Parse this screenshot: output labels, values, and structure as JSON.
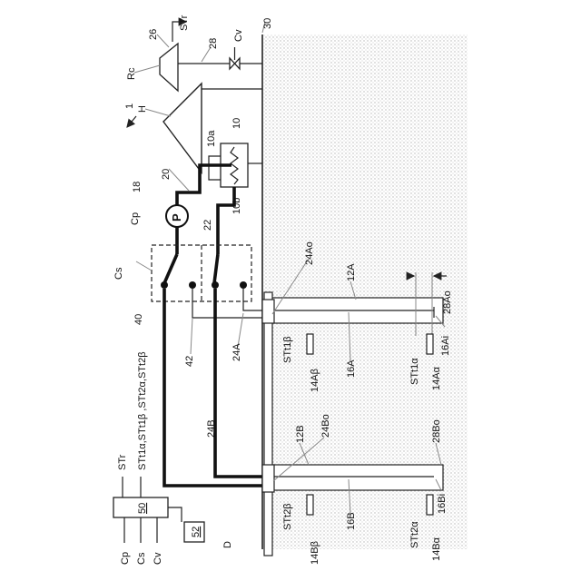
{
  "labels": {
    "fig_ref": "1",
    "heater_element": "10",
    "heater_in": "10a",
    "heater_out": "10b",
    "cooling_tower": "H",
    "radiator": "Rc",
    "radiator_ref": "26",
    "str_top": "STr",
    "pipe_28": "28",
    "valve": "Cv",
    "ref_30": "30",
    "pump_ref": "18",
    "pump_name": "Cp",
    "pump_symbol": "P",
    "pipe_20": "20",
    "pipe_22": "22",
    "switch_name": "Cs",
    "switch_ref": "40",
    "ref_42": "42",
    "pipe_24A": "24A",
    "pipe_24Ao": "24Ao",
    "pipe_24B": "24B",
    "pipe_24Bo": "24Bo",
    "well_12A": "12A",
    "well_12B": "12B",
    "inner_16A": "16A",
    "inner_16B": "16B",
    "inner_16Ai": "16Ai",
    "inner_16Bi": "16Bi",
    "outer_28Ao": "28Ao",
    "outer_28Bo": "28Bo",
    "sensor_14Ab": "14Aβ",
    "sensor_14Aa": "14Aα",
    "sensor_14Bb": "14Bβ",
    "sensor_14Ba": "14Bα",
    "st1b": "STt1β",
    "st1a": "STt1α",
    "st2b": "STt2β",
    "st2a": "STt2α",
    "controller_ref": "50",
    "display_ref": "52",
    "ground_D": "D",
    "ctrl_input_1": "STr",
    "ctrl_input_2": "STt1α,STt1β ,STt2α,STt2β",
    "ctrl_out_cp": "Cp",
    "ctrl_out_cs": "Cs",
    "ctrl_out_cv": "Cv"
  }
}
